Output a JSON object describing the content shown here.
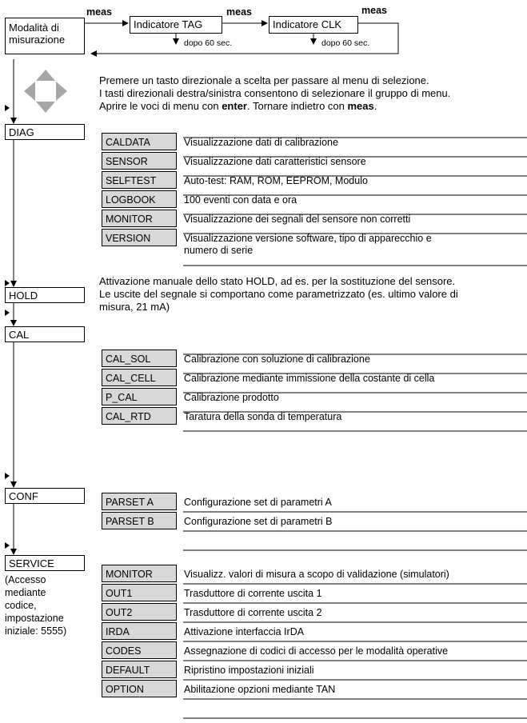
{
  "top": {
    "mode_box": "Modalità di\nmisurazione",
    "meas1": "meas",
    "meas2": "meas",
    "meas3": "meas",
    "tag_box": "Indicatore TAG",
    "clk_box": "Indicatore CLK",
    "after1": "dopo 60 sec.",
    "after2": "dopo 60 sec."
  },
  "intro": {
    "line1": "Premere un tasto direzionale a scelta per passare al menu di selezione.",
    "line2": "I tasti direzionali destra/sinistra consentono di selezionare il gruppo di menu.",
    "line3_a": "Aprire le voci di menu con ",
    "line3_enter": "enter",
    "line3_b": ". Tornare indietro con ",
    "line3_meas": "meas",
    "line3_c": "."
  },
  "diag": {
    "label": "DIAG",
    "items": [
      {
        "code": "CALDATA",
        "desc": "Visualizzazione dati di calibrazione"
      },
      {
        "code": "SENSOR",
        "desc": "Visualizzazione dati caratteristici sensore"
      },
      {
        "code": "SELFTEST",
        "desc": "Auto-test: RAM, ROM, EEPROM, Modulo"
      },
      {
        "code": "LOGBOOK",
        "desc": "100 eventi con data e ora"
      },
      {
        "code": "MONITOR",
        "desc": "Visualizzazione dei segnali del sensore non corretti"
      },
      {
        "code": "VERSION",
        "desc": "Visualizzazione versione software, tipo di apparecchio e\nnumero di serie"
      }
    ]
  },
  "hold": {
    "label": "HOLD",
    "desc_line1": "Attivazione manuale dello stato HOLD, ad es. per la sostituzione del sensore.",
    "desc_line2": "Le uscite del segnale si comportano come parametrizzato (es. ultimo valore di",
    "desc_line3": "misura, 21 mA)"
  },
  "cal": {
    "label": "CAL",
    "items": [
      {
        "code": "CAL_SOL",
        "desc": "Calibrazione con soluzione di calibrazione"
      },
      {
        "code": "CAL_CELL",
        "desc": "Calibrazione mediante immissione della costante di cella"
      },
      {
        "code": "P_CAL",
        "desc": "Calibrazione prodotto"
      },
      {
        "code": "CAL_RTD",
        "desc": "Taratura della sonda di temperatura"
      }
    ]
  },
  "conf": {
    "label": "CONF",
    "items": [
      {
        "code": "PARSET A",
        "desc": "Configurazione set di parametri A"
      },
      {
        "code": "PARSET B",
        "desc": "Configurazione set di parametri B"
      }
    ]
  },
  "service": {
    "label": "SERVICE",
    "note": "(Accesso\nmediante\ncodice,\nimpostazione\niniziale: 5555)",
    "items": [
      {
        "code": "MONITOR",
        "desc": "Visualizz. valori di misura a scopo di validazione (simulatori)"
      },
      {
        "code": "OUT1",
        "desc": "Trasduttore di corrente uscita 1"
      },
      {
        "code": "OUT2",
        "desc": "Trasduttore di corrente uscita 2"
      },
      {
        "code": "IRDA",
        "desc": "Attivazione interfaccia IrDA"
      },
      {
        "code": "CODES",
        "desc": "Assegnazione di codici di accesso per le modalità operative"
      },
      {
        "code": "DEFAULT",
        "desc": "Ripristino impostazioni iniziali"
      },
      {
        "code": "OPTION",
        "desc": "Abilitazione opzioni mediante TAN"
      }
    ]
  }
}
